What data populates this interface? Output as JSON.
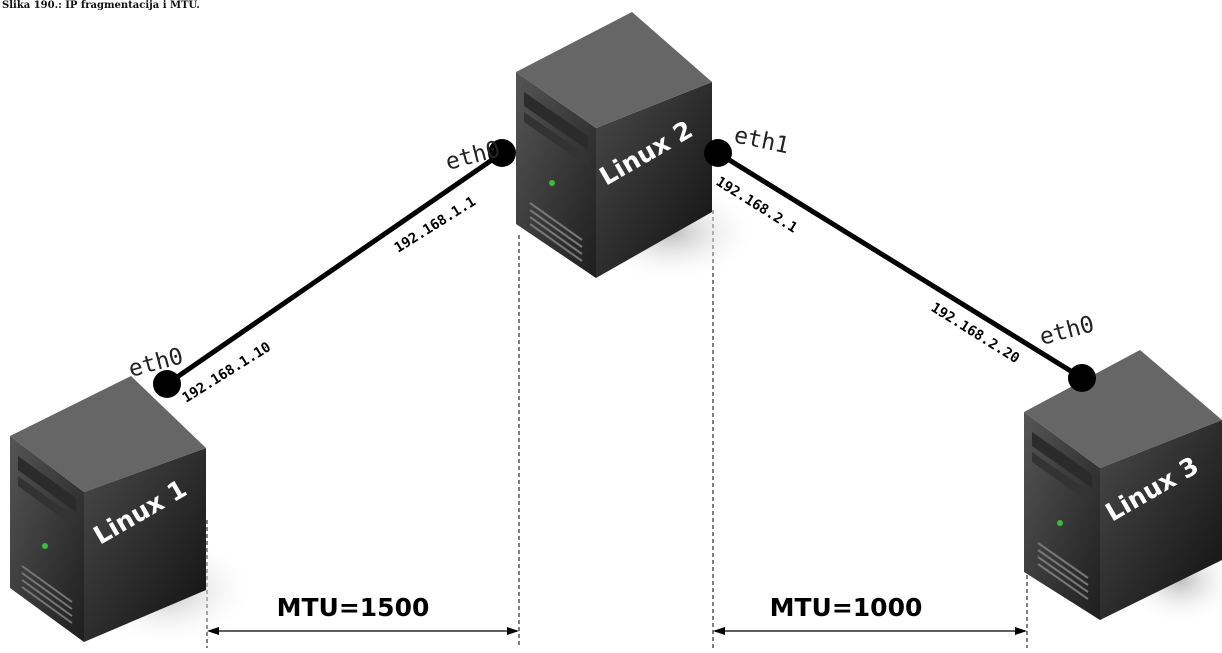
{
  "caption": "Slika 190.: IP fragmentacija i MTU.",
  "colors": {
    "server_front": "#3a3a3a",
    "server_side": "#161616",
    "server_top": "#6a6a6a",
    "link": "#000000",
    "shadow": "#c8c8c8",
    "led": "#3dbb3d"
  },
  "servers": [
    {
      "id": "linux1",
      "label": "Linux 1"
    },
    {
      "id": "linux2",
      "label": "Linux 2"
    },
    {
      "id": "linux3",
      "label": "Linux 3"
    }
  ],
  "interfaces": {
    "linux1_eth0": {
      "name": "eth0",
      "ip": "192.168.1.10"
    },
    "linux2_eth0": {
      "name": "eth0",
      "ip": "192.168.1.1"
    },
    "linux2_eth1": {
      "name": "eth1",
      "ip": "192.168.2.1"
    },
    "linux3_eth0": {
      "name": "eth0",
      "ip": "192.168.2.20"
    }
  },
  "mtu": [
    {
      "label": "MTU=1500"
    },
    {
      "label": "MTU=1000"
    }
  ]
}
